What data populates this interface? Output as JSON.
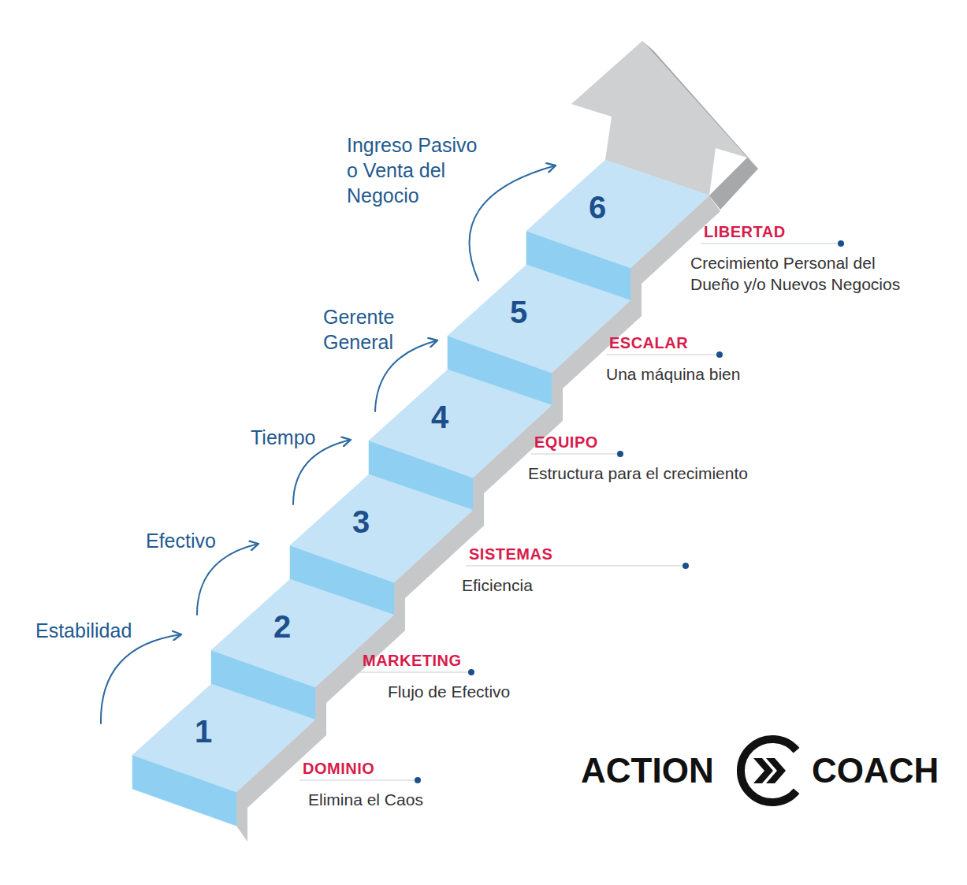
{
  "diagram": {
    "nodes": [
      {
        "text": [
          "1"
        ]
      },
      {
        "text": [
          "2"
        ]
      },
      {
        "text": [
          "3"
        ]
      },
      {
        "text": [
          "4"
        ]
      },
      {
        "text": [
          "5"
        ]
      },
      {
        "text": [
          "6"
        ]
      }
    ],
    "labels": [
      "Estabilidad",
      "Efectivo",
      "Tiempo",
      "Gerente General",
      "Ingreso Pasivo o Venta del Negocio",
      "DOMINIO",
      "Elimina el Caos",
      "MARKETING",
      "Flujo de Efectivo",
      "SISTEMAS",
      "Eficiencia",
      "EQUIPO",
      "Estructura para el crecimiento",
      "ESCALAR",
      "Una máquina bien",
      "LIBERTAD",
      "Crecimiento Personal del Dueño y/o Nuevos Negocios",
      "ACTION",
      "COACH"
    ]
  }
}
